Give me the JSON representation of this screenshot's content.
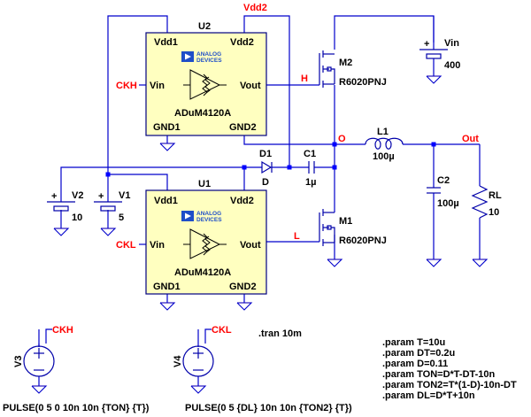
{
  "schematic": {
    "title": "LTspice half-bridge buck with ADuM4120A isolated gate drivers",
    "colors": {
      "wire": "#0000cc",
      "net_label": "#ff0000",
      "ic_fill": "#ffffc0",
      "junction": "#0000ff",
      "adi_logo": "#1e4ec8"
    },
    "net_labels": {
      "vdd2": "Vdd2",
      "ckh": "CKH",
      "ckl": "CKL",
      "h": "H",
      "l": "L",
      "o": "O",
      "out": "Out",
      "ckh_src": "CKH",
      "ckl_src": "CKL"
    },
    "u2": {
      "ref": "U2",
      "part": "ADuM4120A",
      "pins": {
        "vdd1": "Vdd1",
        "vdd2": "Vdd2",
        "vin": "Vin",
        "vout": "Vout",
        "gnd1": "GND1",
        "gnd2": "GND2"
      },
      "logo_line1": "ANALOG",
      "logo_line2": "DEVICES"
    },
    "u1": {
      "ref": "U1",
      "part": "ADuM4120A",
      "pins": {
        "vdd1": "Vdd1",
        "vdd2": "Vdd2",
        "vin": "Vin",
        "vout": "Vout",
        "gnd1": "GND1",
        "gnd2": "GND2"
      },
      "logo_line1": "ANALOG",
      "logo_line2": "DEVICES"
    },
    "m2": {
      "ref": "M2",
      "model": "R6020PNJ"
    },
    "m1": {
      "ref": "M1",
      "model": "R6020PNJ"
    },
    "vin": {
      "ref": "Vin",
      "value": "400",
      "plus": "+"
    },
    "v2": {
      "ref": "V2",
      "value": "10",
      "plus": "+"
    },
    "v1": {
      "ref": "V1",
      "value": "5",
      "plus": "+"
    },
    "d1": {
      "ref": "D1",
      "model": "D"
    },
    "c1": {
      "ref": "C1",
      "value": "1µ"
    },
    "l1": {
      "ref": "L1",
      "value": "100µ"
    },
    "c2": {
      "ref": "C2",
      "value": "100µ"
    },
    "rl": {
      "ref": "RL",
      "value": "10"
    },
    "v3": {
      "ref": "V3",
      "value": "PULSE(0 5 0 10n 10n {TON} {T})"
    },
    "v4": {
      "ref": "V4",
      "value": "PULSE(0 5 {DL} 10n 10n {TON2} {T})"
    },
    "directives": {
      "tran": ".tran 10m",
      "params": [
        ".param T=10u",
        ".param DT=0.2u",
        ".param D=0.11",
        ".param TON=D*T-DT-10n",
        ".param TON2=T*(1-D)-10n-DT",
        ".param DL=D*T+10n"
      ]
    }
  }
}
